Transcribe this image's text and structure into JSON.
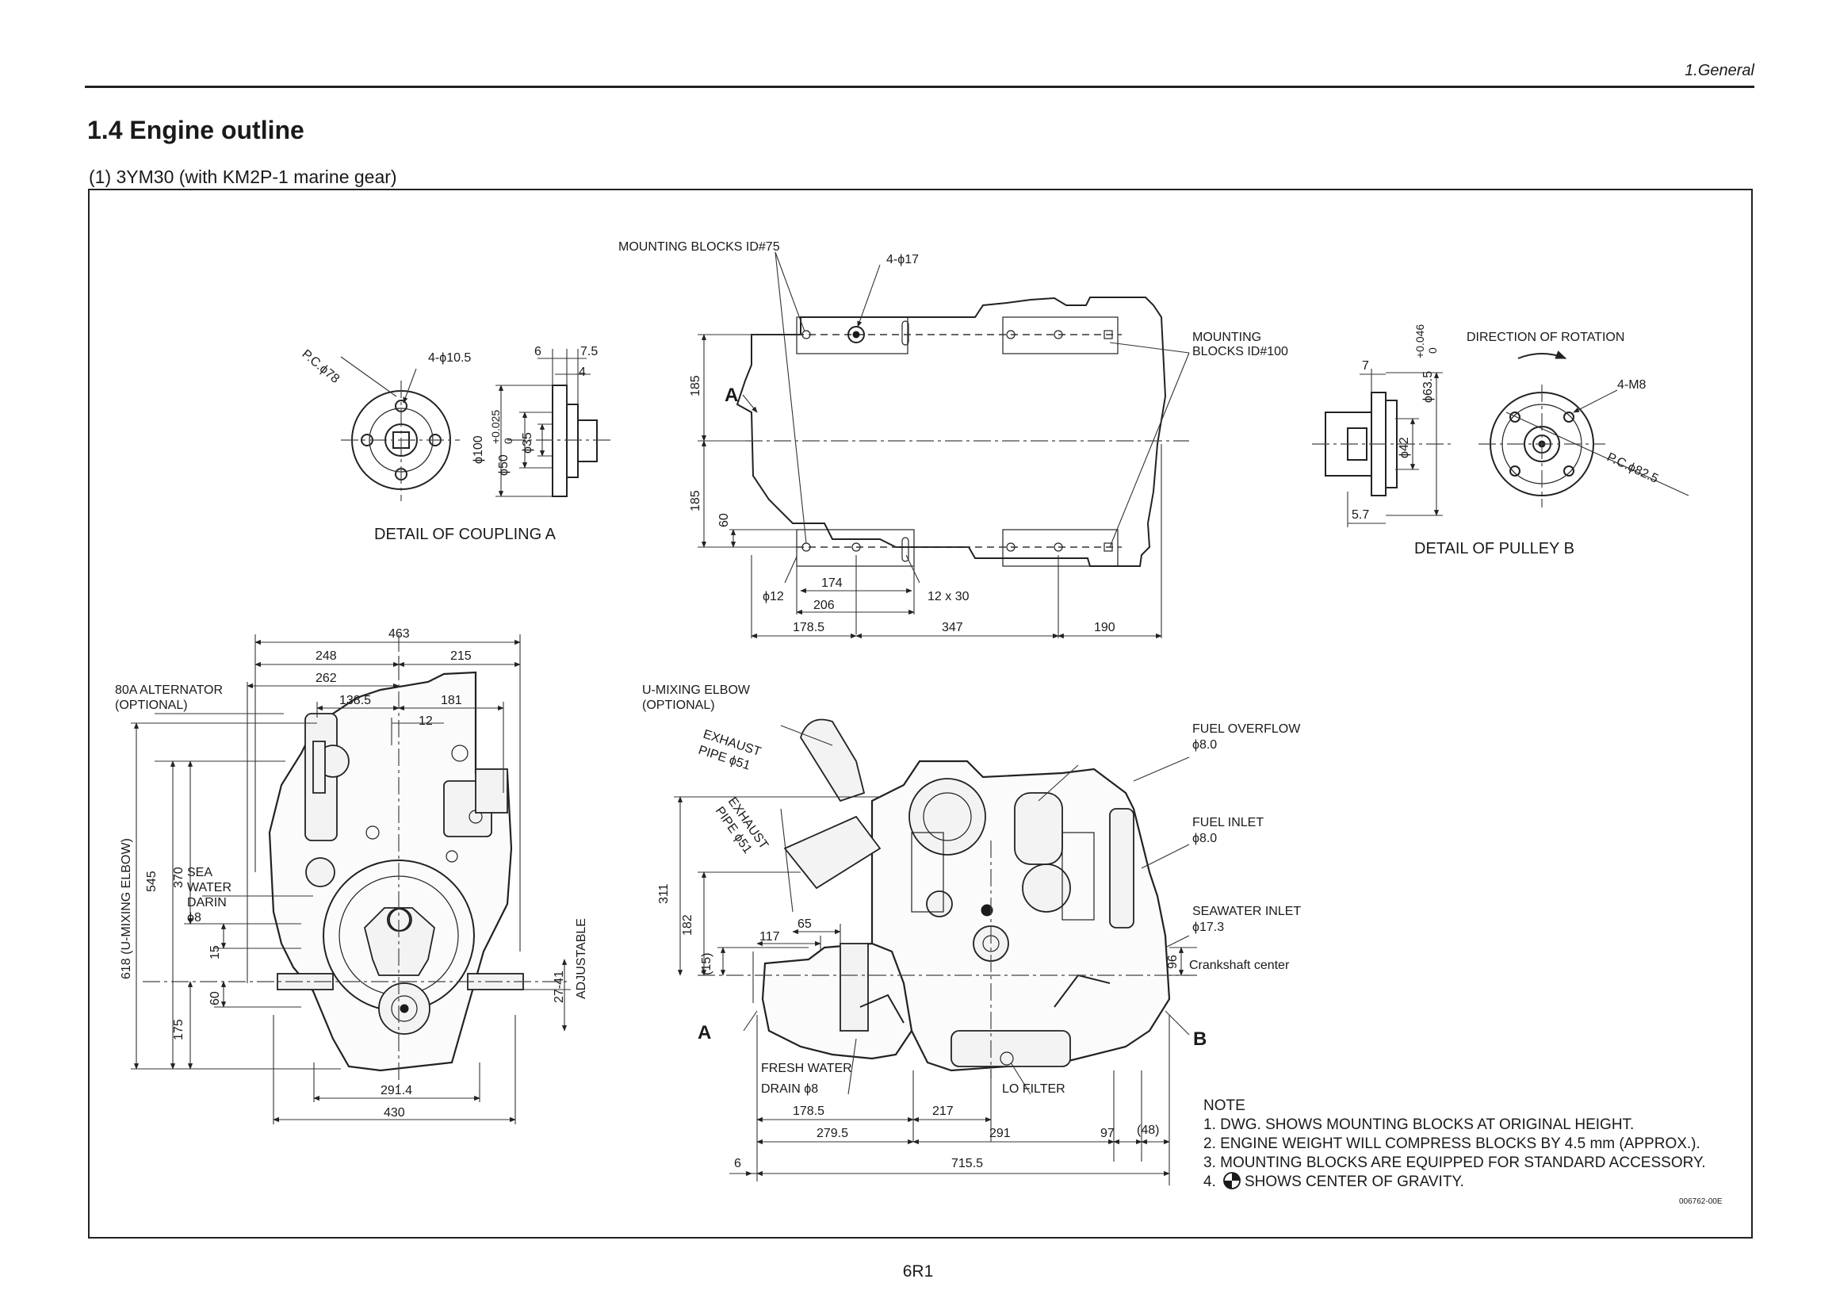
{
  "header": {
    "section": "1.General"
  },
  "title": "1.4 Engine outline",
  "subtitle": "(1)  3YM30 (with KM2P-1 marine gear)",
  "page_number": "6R1",
  "drawing_code": "006762-00E",
  "coupling": {
    "caption": "DETAIL OF COUPLING A",
    "pc": "P.C.ϕ78",
    "holes": "4-ϕ10.5",
    "d100": "ϕ100",
    "d50": "ϕ50",
    "tol_plus": "+0.025",
    "tol_zero": "0",
    "d35": "ϕ35",
    "dim6": "6",
    "dim75": "7.5",
    "dim4": "4"
  },
  "top_view": {
    "mounting_blocks_75": "MOUNTING BLOCKS ID#75",
    "holes17": "4-ϕ17",
    "mounting_blocks_100_line1": "MOUNTING",
    "mounting_blocks_100_line2": "BLOCKS ID#100",
    "label_a": "A",
    "dim185a": "185",
    "dim185b": "185",
    "dim60": "60",
    "d12": "ϕ12",
    "dim174": "174",
    "dim206": "206",
    "slot": "12 x 30",
    "dim1785": "178.5",
    "dim347": "347",
    "dim190": "190"
  },
  "pulley": {
    "caption": "DETAIL OF PULLEY B",
    "direction": "DIRECTION OF ROTATION",
    "tol_plus": "+0.046",
    "tol_zero": "0",
    "d635": "ϕ63.5",
    "d42": "ϕ42",
    "dim7": "7",
    "dim57": "5.7",
    "m8": "4-M8",
    "pc": "P.C.ϕ82.5"
  },
  "front_view": {
    "alternator_line1": "80A ALTERNATOR",
    "alternator_line2": "(OPTIONAL)",
    "dim463": "463",
    "dim248": "248",
    "dim215": "215",
    "dim262": "262",
    "dim1385": "138.5",
    "dim181": "181",
    "dim12": "12",
    "dim618": "618 (U-MIXING ELBOW)",
    "dim545": "545",
    "dim370": "370",
    "sea_line1": "SEA",
    "sea_line2": "WATER",
    "sea_line3": "DARIN",
    "sea_line4": "ϕ8",
    "dim15": "15",
    "dim60": "60",
    "dim175": "175",
    "dim2741": "27-41",
    "adjustable": "ADJUSTABLE",
    "dim2914": "291.4",
    "dim430": "430"
  },
  "side_view": {
    "umix_line1": "U-MIXING ELBOW",
    "umix_line2": "(OPTIONAL)",
    "exhaust1_line1": "EXHAUST",
    "exhaust1_line2": "PIPE ϕ51",
    "exhaust2_line1": "EXHAUST",
    "exhaust2_line2": "PIPE ϕ51",
    "fuel_overflow": "FUEL OVERFLOW",
    "fuel_overflow_d": "ϕ8.0",
    "fuel_inlet": "FUEL INLET",
    "fuel_inlet_d": "ϕ8.0",
    "seawater_inlet": "SEAWATER INLET",
    "seawater_inlet_d": "ϕ17.3",
    "crankshaft": "Crankshaft center",
    "dim96": "96",
    "dim311": "311",
    "dim182": "182",
    "dim15p": "(15)",
    "dim117": "117",
    "dim65": "65",
    "label_a": "A",
    "label_b": "B",
    "fresh_line1": "FRESH WATER",
    "fresh_line2": "DRAIN ϕ8",
    "lo_filter": "LO FILTER",
    "dim1785": "178.5",
    "dim217": "217",
    "dim2795": "279.5",
    "dim291": "291",
    "dim97": "97",
    "dim48": "(48)",
    "dim6": "6",
    "dim7155": "715.5"
  },
  "notes": {
    "heading": "NOTE",
    "n1": "1. DWG. SHOWS MOUNTING BLOCKS AT ORIGINAL HEIGHT.",
    "n2": "2. ENGINE WEIGHT WILL COMPRESS BLOCKS BY 4.5 mm (APPROX.).",
    "n3": "3. MOUNTING BLOCKS ARE EQUIPPED FOR STANDARD ACCESSORY.",
    "n4": "SHOWS CENTER OF GRAVITY.",
    "n4_num": "4."
  }
}
